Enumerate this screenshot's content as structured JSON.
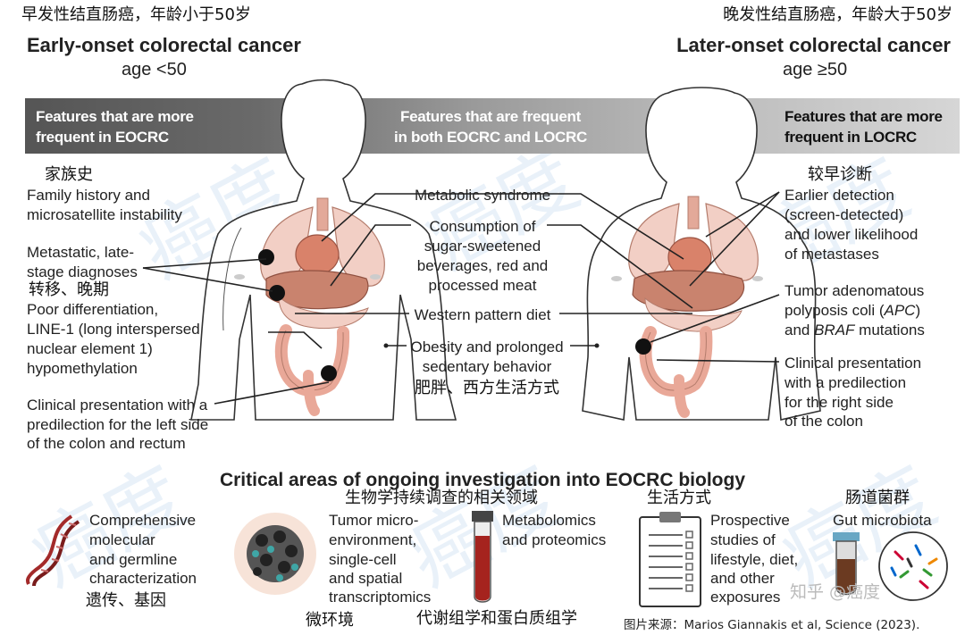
{
  "left_title": {
    "zh": "早发性结直肠癌，年龄小于50岁",
    "en": "Early-onset colorectal cancer",
    "age": "age <50"
  },
  "right_title": {
    "zh": "晚发性结直肠癌，年龄大于50岁",
    "en": "Later-onset colorectal cancer",
    "age": "age ≥50"
  },
  "band": {
    "left": [
      "Features that are more",
      "frequent in EOCRC"
    ],
    "middle": [
      "Features that are frequent",
      "in both EOCRC and LOCRC"
    ],
    "right": [
      "Features that are more",
      "frequent in LOCRC"
    ]
  },
  "left_features": {
    "family_zh": "家族史",
    "family": [
      "Family history and",
      "microsatellite instability"
    ],
    "metastatic": [
      "Metastatic, late-",
      "stage diagnoses"
    ],
    "metastatic_zh": "转移、晚期",
    "differentiation": [
      "Poor differentiation,",
      "LINE-1 (long interspersed",
      "nuclear element 1)",
      "hypomethylation"
    ],
    "clinical": [
      "Clinical presentation with a",
      "predilection for the left side",
      "of the colon and rectum"
    ]
  },
  "middle_features": {
    "metabolic": "Metabolic syndrome",
    "consumption": [
      "Consumption of",
      "sugar-sweetened",
      "beverages, red and",
      "processed meat"
    ],
    "western": "Western pattern diet",
    "obesity": [
      "Obesity and prolonged",
      "sedentary behavior"
    ],
    "obesity_zh": "肥胖、西方生活方式"
  },
  "right_features": {
    "detection_zh": "较早诊断",
    "detection": [
      "Earlier detection",
      "(screen-detected)",
      "and lower likelihood",
      "of metastases"
    ],
    "tumor": [
      "Tumor adenomatous",
      "polyposis coli (",
      "APC",
      ")",
      "and ",
      "BRAF",
      " mutations"
    ],
    "clinical": [
      "Clinical presentation",
      "with a predilection",
      "for the right side",
      "of the colon"
    ]
  },
  "investigation": {
    "title": "Critical areas of ongoing investigation into EOCRC biology",
    "title_zh": "生物学持续调查的相关领域",
    "items": {
      "genetics": {
        "lines": [
          "Comprehensive",
          "molecular",
          "and germline",
          "characterization"
        ],
        "zh": "遗传、基因",
        "icon": "dna-icon"
      },
      "microenv": {
        "lines": [
          "Tumor micro-",
          "environment,",
          "single-cell",
          "and spatial",
          "transcriptomics"
        ],
        "zh": "微环境",
        "icon": "cell-icon"
      },
      "metabolomics": {
        "lines": [
          "Metabolomics",
          "and proteomics"
        ],
        "zh": "代谢组学和蛋白质组学",
        "icon": "test-tube-icon"
      },
      "lifestyle": {
        "zh_top": "生活方式",
        "lines": [
          "Prospective",
          "studies of",
          "lifestyle, diet,",
          "and other",
          "exposures"
        ],
        "icon": "clipboard-icon"
      },
      "microbiota": {
        "zh_top": "肠道菌群",
        "lines": [
          "Gut microbiota"
        ],
        "icon": "microbe-icon"
      }
    }
  },
  "watermarks": {
    "brand": "癌度",
    "site": "知乎 @癌度"
  },
  "source": "图片来源：Marios Giannakis et al, Science (2023).",
  "colors": {
    "band_dark": "#555555",
    "band_light": "#d6d6d6",
    "skin": "#ffffff",
    "organ": "#eab7a7",
    "lung": "#f2cfc5",
    "colon": "#e9a898",
    "heart": "#d9826a",
    "tumor": "#111111"
  }
}
